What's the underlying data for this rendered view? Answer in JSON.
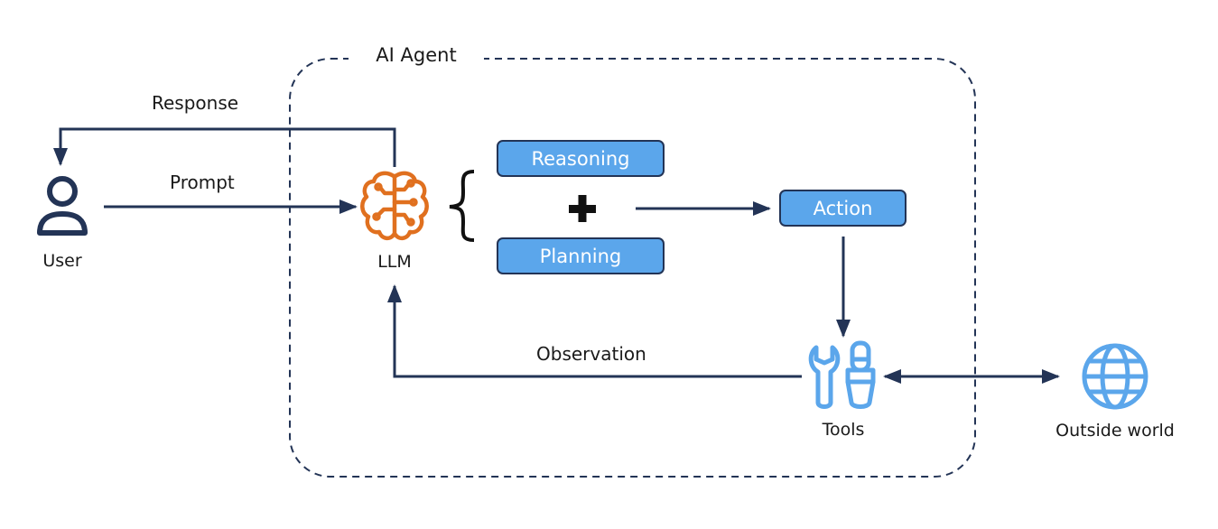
{
  "agent": {
    "title": "AI Agent"
  },
  "nodes": {
    "user": "User",
    "llm": "LLM",
    "reasoning": "Reasoning",
    "planning": "Planning",
    "action": "Action",
    "tools": "Tools",
    "outside_world": "Outside world"
  },
  "edges": {
    "response": "Response",
    "prompt": "Prompt",
    "observation": "Observation"
  },
  "icons": {
    "user": "user-icon",
    "llm": "brain-circuit-icon",
    "plus": "plus-icon",
    "tools": "wrench-screwdriver-icon",
    "outside_world": "globe-icon"
  },
  "colors": {
    "dark": "#233456",
    "box_fill": "#5ba6eb",
    "llm_orange": "#e0701f",
    "tool_blue": "#5ba6eb"
  }
}
